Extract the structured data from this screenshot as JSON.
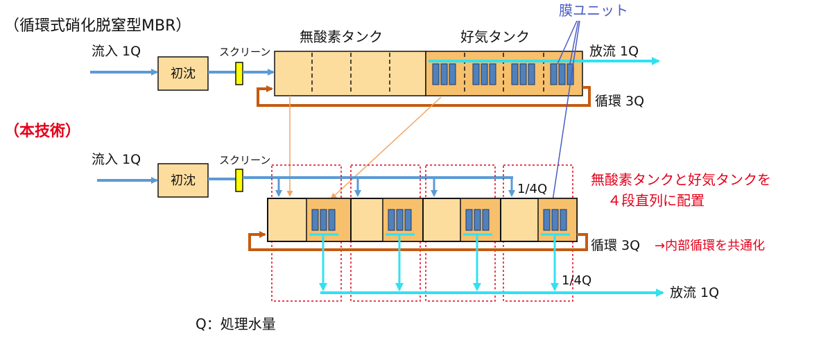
{
  "title": "（循環式硝化脱窒型MBR）",
  "labels": {
    "anoxic_tank": "無酸素タンク",
    "aerobic_tank": "好気タンク",
    "membrane_unit": "膜ユニット",
    "inflow": "流入 1Q",
    "screen": "スクリーン",
    "primary_settling": "初沈",
    "outflow": "放流 1Q",
    "circulation": "循環 3Q",
    "this_tech": "（本技術）",
    "quarter": "1/4Q",
    "note_line1": "無酸素タンクと好気タンクを",
    "note_line2": "４段直列に配置",
    "note_internal": "→内部循環を共通化",
    "legend": "Q：処理水量"
  },
  "colors": {
    "tank_fill": "#fddd9e",
    "aerobic_fill": "#f7c06c",
    "membrane": "#4f81bd",
    "flow_blue": "#5b9bd5",
    "effluent": "#33e0f0",
    "circulation": "#c55a11",
    "screen": "#ffff00",
    "red": "#e3001b"
  }
}
